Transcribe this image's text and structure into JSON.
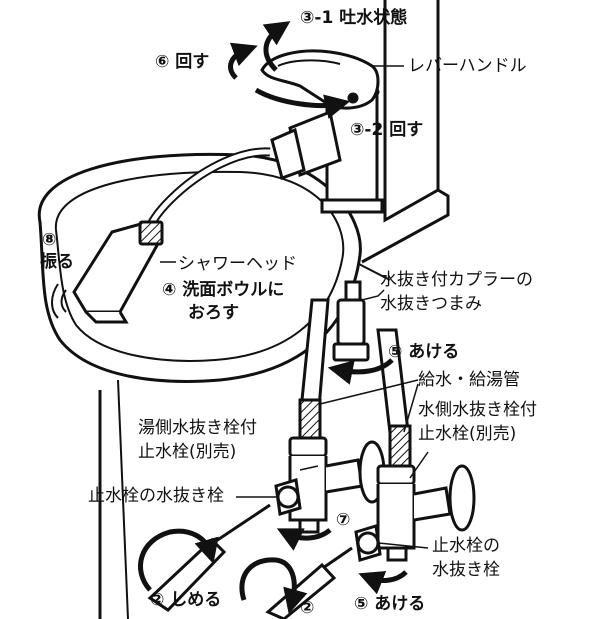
{
  "labels": {
    "discharge_state": "③-1 吐水状態",
    "rotate6": "⑥ 回す",
    "lever_handle": "レバーハンドル",
    "rotate3_2": "③-2 回す",
    "shake8_num": "⑧",
    "shake8_text": "振る",
    "shower_head": "シャワーヘッド",
    "lower_to_bowl_1": "④ 洗面ボウルに",
    "lower_to_bowl_2": "おろす",
    "coupler_drain_1": "水抜き付カプラーの",
    "coupler_drain_2": "水抜きつまみ",
    "open5_top": "⑤ あける",
    "supply_pipes": "給水・給湯管",
    "hot_valve_1": "湯側水抜き栓付",
    "hot_valve_2": "止水栓(別売)",
    "cold_valve_1": "水側水抜き栓付",
    "cold_valve_2": "止水栓(別売)",
    "valve_drain_plug_left": "止水栓の水抜き栓",
    "step7": "⑦",
    "valve_drain_plug_right_1": "止水栓の",
    "valve_drain_plug_right_2": "水抜き栓",
    "tighten2": "② しめる",
    "step2": "②",
    "open5_bottom": "⑤ あける"
  }
}
